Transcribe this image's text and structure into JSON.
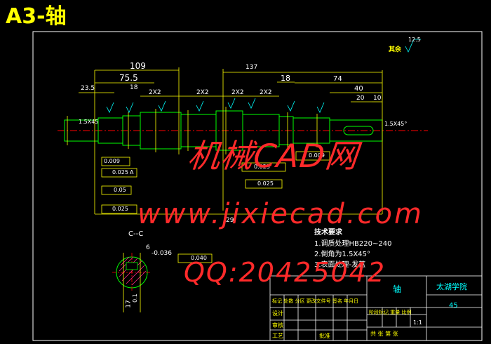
{
  "sheet": {
    "title": "A3-轴",
    "roughness_note": "其余",
    "roughness_value": "12.5"
  },
  "watermark": {
    "line1": "机械CAD网",
    "line2": "www.jixiecad.com",
    "line3": "QQ:20425042"
  },
  "dimensions": {
    "d109": "109",
    "d75_5": "75.5",
    "d137": "137",
    "d18a": "18",
    "d18b": "18",
    "d74": "74",
    "d23_5": "23.5",
    "d40": "40",
    "d20": "20",
    "d10": "10",
    "d2x2a": "2X2",
    "d2x2b": "2X2",
    "d2x2c": "2X2",
    "d2x2d": "2X2",
    "chamfer_left": "1.5X45",
    "chamfer_right": "1.5X45°",
    "d29": "29",
    "d6": "6",
    "tol_036": "-0.036",
    "d17": "17",
    "d0_1": "0.1",
    "tol_009a": "0.009",
    "tol_009b": "0.009",
    "tol_025a": "0.025",
    "tol_025b": "0.025",
    "tol_025c": "0.025",
    "tol_025d": "0.025",
    "tol_05": "0.05",
    "tol_040": "0.040",
    "datum_a": "A",
    "section_label": "C--C"
  },
  "tech_requirements": {
    "heading": "技术要求",
    "item1": "1.调质处理HB220~240",
    "item2": "2.倒角为1.5X45°",
    "item3": "3.表面处理-发蓝"
  },
  "title_block": {
    "part_name": "轴",
    "school": "太湖学院",
    "material": "45",
    "scale": "1:1",
    "header_row": "标记 处数 分区 更改文件号 签名 年月日",
    "designer_row": "设计",
    "review_row": "审核",
    "process_row": "工艺",
    "approve": "批准",
    "stage_row": "阶段标记 重量 比例",
    "sheets_row": "共 张 第 张"
  },
  "colors": {
    "background": "#000000",
    "outline": "#ffffff",
    "part": "#00ff00",
    "dimension": "#ffff00",
    "centerline": "#ff0000",
    "cyan": "#00ffff",
    "watermark": "#ff2a2a",
    "title": "#ffff00"
  }
}
